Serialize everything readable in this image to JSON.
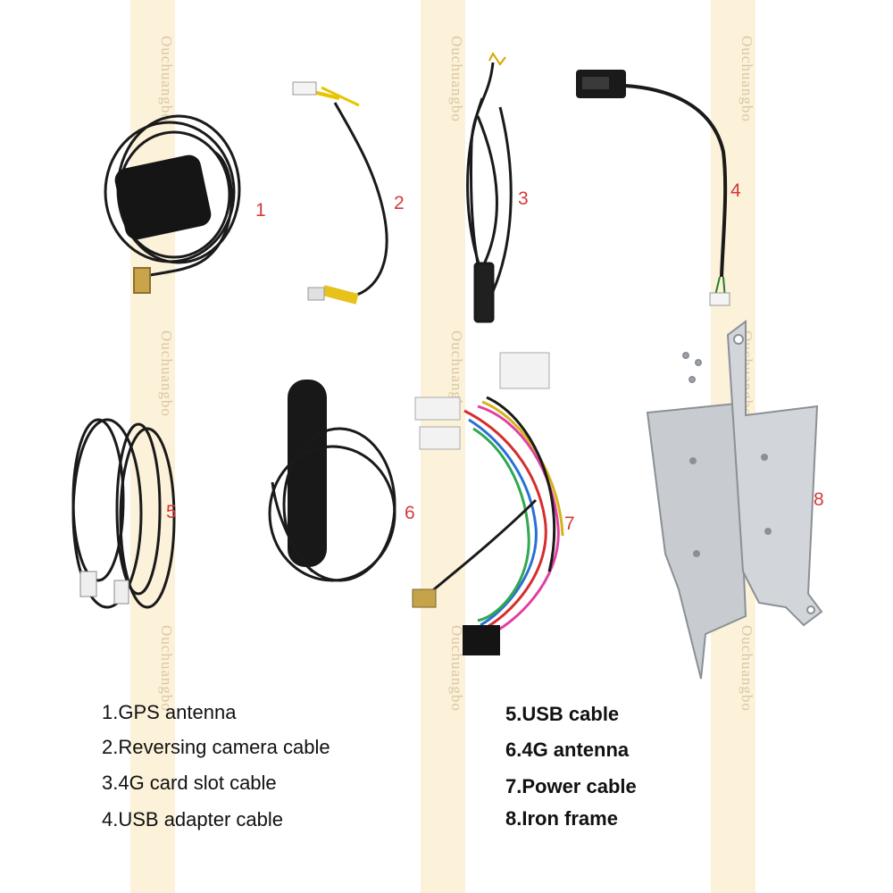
{
  "watermark": "Ouchuangbo",
  "items": [
    {
      "number": "1",
      "label": "1.GPS antenna"
    },
    {
      "number": "2",
      "label": "2.Reversing camera cable"
    },
    {
      "number": "3",
      "label": "3.4G card slot cable"
    },
    {
      "number": "4",
      "label": "4.USB adapter cable"
    },
    {
      "number": "5",
      "label": "5.USB cable"
    },
    {
      "number": "6",
      "label": "6.4G antenna"
    },
    {
      "number": "7",
      "label": "7.Power cable"
    },
    {
      "number": "8",
      "label": "8.Iron frame"
    }
  ],
  "colors": {
    "stripe": "#fcefd2",
    "number": "#d63a3a",
    "text": "#111111",
    "cable": "#1a1a1a",
    "frame": "#c8ccd0"
  }
}
